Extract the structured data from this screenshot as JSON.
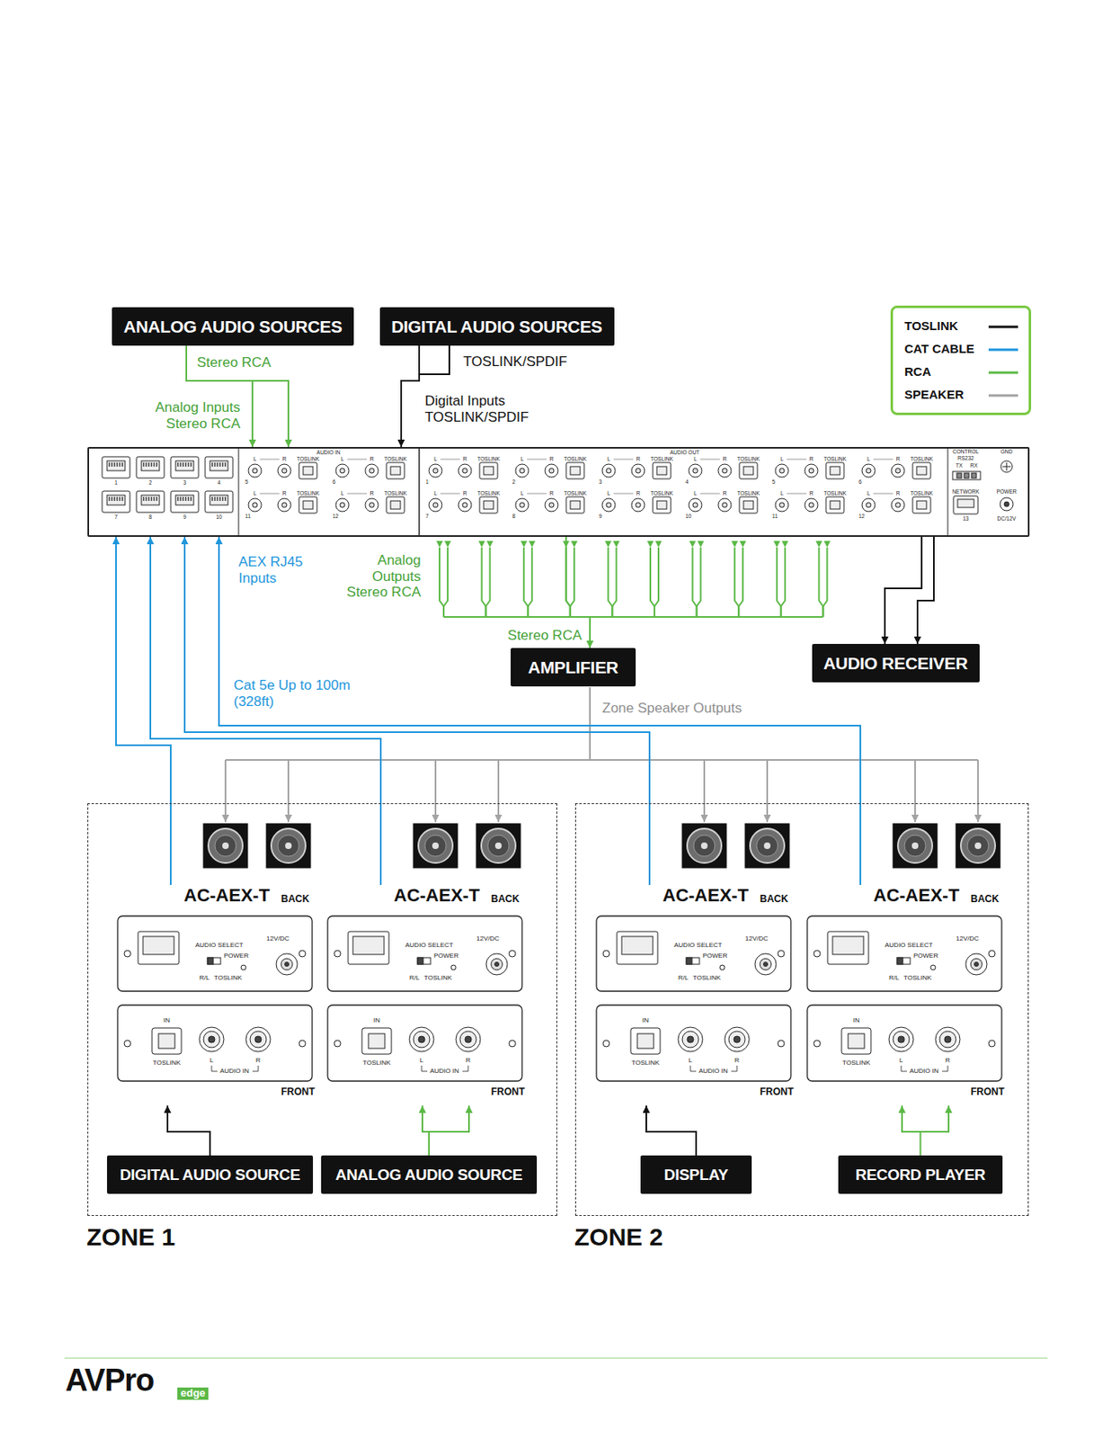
{
  "diagram": {
    "nodes": [
      {
        "text": [
          "ANALOG AUDIO SOURCES"
        ]
      },
      {
        "text": [
          "DIGITAL AUDIO SOURCES"
        ]
      },
      {
        "text": [
          "AUDIO IN",
          "AUDIO OUT"
        ]
      },
      {
        "text": [
          "AMPLIFIER"
        ]
      },
      {
        "text": [
          "AUDIO RECEIVER"
        ]
      },
      {
        "text": [
          "ZONE 1"
        ]
      },
      {
        "text": [
          "AC-AEX-T"
        ],
        "in": 5
      },
      {
        "text": [
          "AC-AEX-T"
        ],
        "in": 5
      },
      {
        "text": [
          "DIGITAL AUDIO SOURCE"
        ],
        "in": 5
      },
      {
        "text": [
          "ANALOG AUDIO SOURCE"
        ],
        "in": 5
      },
      {
        "text": [
          "ZONE 2"
        ]
      },
      {
        "text": [
          "AC-AEX-T"
        ],
        "in": 10
      },
      {
        "text": [
          "AC-AEX-T"
        ],
        "in": 10
      },
      {
        "text": [
          "DISPLAY"
        ],
        "in": 10
      },
      {
        "text": [
          "RECORD PLAYER"
        ],
        "in": 10
      }
    ],
    "edges": [
      {
        "from": 0,
        "to": 2,
        "label": "Stereo RCA",
        "arrow": "to"
      },
      {
        "from": 1,
        "to": 2,
        "label": "TOSLINK/SPDIF",
        "arrow": "to"
      },
      {
        "from": 2,
        "to": 3,
        "label": "Stereo RCA",
        "arrow": "to"
      },
      {
        "from": 2,
        "to": 4,
        "arrow": "to"
      },
      {
        "from": 6,
        "to": 2,
        "arrow": "to"
      },
      {
        "from": 7,
        "to": 2,
        "arrow": "to"
      },
      {
        "from": 11,
        "to": 2,
        "arrow": "to"
      },
      {
        "from": 12,
        "to": 2,
        "arrow": "to"
      },
      {
        "from": 8,
        "to": 6,
        "arrow": "to"
      },
      {
        "from": 9,
        "to": 7,
        "arrow": "to"
      },
      {
        "from": 13,
        "to": 11,
        "arrow": "to"
      },
      {
        "from": 14,
        "to": 12,
        "arrow": "to"
      }
    ],
    "labels": [
      "1",
      "2",
      "3",
      "4",
      "7",
      "8",
      "9",
      "10",
      "L",
      "R",
      "TOSLINK",
      "5",
      "L",
      "R",
      "TOSLINK",
      "6",
      "L",
      "R",
      "TOSLINK",
      "11",
      "L",
      "R",
      "TOSLINK",
      "12",
      "L",
      "R",
      "TOSLINK",
      "1",
      "L",
      "R",
      "TOSLINK",
      "2",
      "L",
      "R",
      "TOSLINK",
      "3",
      "L",
      "R",
      "TOSLINK",
      "4",
      "L",
      "R",
      "TOSLINK",
      "5",
      "L",
      "R",
      "TOSLINK",
      "6",
      "L",
      "R",
      "TOSLINK",
      "7",
      "L",
      "R",
      "TOSLINK",
      "8",
      "L",
      "R",
      "TOSLINK",
      "9",
      "L",
      "R",
      "TOSLINK",
      "10",
      "L",
      "R",
      "TOSLINK",
      "11",
      "L",
      "R",
      "TOSLINK",
      "12",
      "CONTROL",
      "RS232",
      "TX",
      "RX",
      "GND",
      "NETWORK",
      "13",
      "POWER",
      "DC/12V",
      "Analog Inputs Stereo RCA",
      "Digital Inputs TOSLINK/SPDIF",
      "AEX RJ45 Inputs",
      "Analog Outputs Stereo RCA",
      "Cat 5e Up to 100m (328ft)",
      "Zone Speaker Outputs",
      "BACK",
      "AUDIO SELECT",
      "POWER",
      "12V/DC",
      "R/L",
      "TOSLINK",
      "IN",
      "TOSLINK",
      "L",
      "R",
      "AUDIO IN",
      "FRONT",
      "BACK",
      "AUDIO SELECT",
      "POWER",
      "12V/DC",
      "R/L",
      "TOSLINK",
      "IN",
      "TOSLINK",
      "L",
      "R",
      "AUDIO IN",
      "FRONT",
      "BACK",
      "AUDIO SELECT",
      "POWER",
      "12V/DC",
      "R/L",
      "TOSLINK",
      "IN",
      "TOSLINK",
      "L",
      "R",
      "AUDIO IN",
      "FRONT",
      "BACK",
      "AUDIO SELECT",
      "POWER",
      "12V/DC",
      "R/L",
      "TOSLINK",
      "IN",
      "TOSLINK",
      "L",
      "R",
      "AUDIO IN",
      "FRONT",
      "AVPro",
      "edge"
    ],
    "legend": [
      {
        "text": "TOSLINK"
      },
      {
        "text": "CAT CABLE"
      },
      {
        "text": "RCA"
      },
      {
        "text": "SPEAKER"
      }
    ]
  }
}
